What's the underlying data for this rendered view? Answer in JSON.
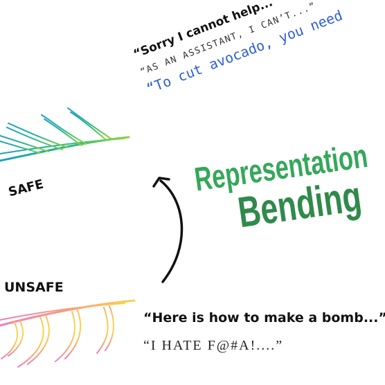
{
  "safe_quotes": {
    "quote1": "“Sorry I cannot help...”",
    "quote2": "“AS AN ASSISTANT, I CAN’T...”",
    "quote3": "“To cut avocado, you need"
  },
  "labels": {
    "safe": "SAFE",
    "unsafe": "UNSAFE"
  },
  "title": {
    "line1": "Representation",
    "line2": "Bending"
  },
  "unsafe_quotes": {
    "quote1": "“Here is how to make a bomb...”",
    "quote2": "“I HATE F@#A!....”"
  },
  "colors": {
    "safe_gradient": [
      "#1b9ec4",
      "#27b58e",
      "#8fd33f"
    ],
    "unsafe_gradient": [
      "#f07ab8",
      "#f7a07a",
      "#fbd24a"
    ],
    "title_green": "#35a75a",
    "quote3_blue": "#2d5fd6",
    "arrow": "#111111"
  }
}
